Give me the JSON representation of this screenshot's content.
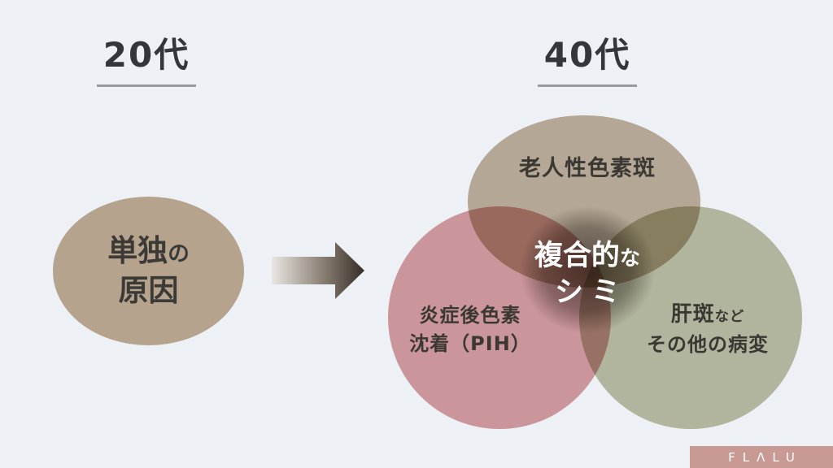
{
  "page": {
    "background_color": "#edf0f5"
  },
  "headings": {
    "left": "20代",
    "right": "40代"
  },
  "single_cause": {
    "line1_main": "単独",
    "line1_small": "の",
    "line2": "原因",
    "fill_color": "#b5a38e"
  },
  "venn": {
    "top": {
      "label": "老人性色素斑",
      "fill_color": "#b4a591"
    },
    "bottom_left": {
      "label_line1": "炎症後色素",
      "label_line2": "沈着（PIH）",
      "fill_color": "#cb9395"
    },
    "bottom_right": {
      "label_line1_main": "肝斑",
      "label_line1_small": "など",
      "label_line2": "その他の病変",
      "fill_color": "#b2b49a"
    },
    "center": {
      "line1_main": "複合的",
      "line1_small": "な",
      "line2": "シミ",
      "text_color": "#ffffff",
      "overlap_color": "#6f6356"
    }
  },
  "arrow": {
    "gradient_start": "#e9e6e2",
    "gradient_end": "#352e27"
  },
  "logo": {
    "brand": "FLALU",
    "display": "FLΛLU",
    "background_color": "#c89a93",
    "text_color": "#ffffff"
  }
}
